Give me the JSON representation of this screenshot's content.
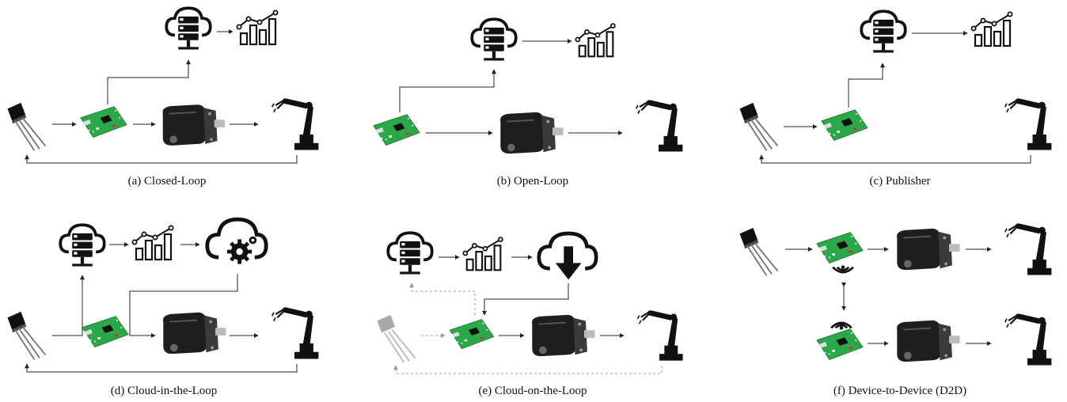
{
  "panels": [
    {
      "id": "a",
      "caption": "(a) Closed-Loop"
    },
    {
      "id": "b",
      "caption": "(b) Open-Loop"
    },
    {
      "id": "c",
      "caption": "(c) Publisher"
    },
    {
      "id": "d",
      "caption": "(d) Cloud-in-the-Loop"
    },
    {
      "id": "e",
      "caption": "(e) Cloud-on-the-Loop"
    },
    {
      "id": "f",
      "caption": "(f) Device-to-Device (D2D)"
    }
  ],
  "colors": {
    "line": "#222222",
    "dashed": "#9a9a9a",
    "board": "#2aa84a",
    "motor": "#1e1e1e",
    "faded": "#b8b8b8"
  }
}
